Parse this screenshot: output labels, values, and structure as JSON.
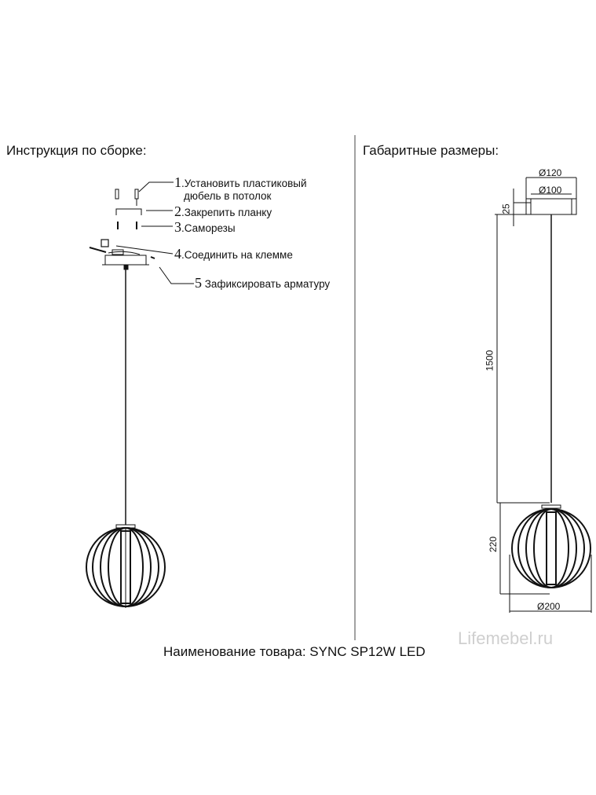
{
  "left_panel": {
    "title": "Инструкция по сборке:",
    "steps": [
      {
        "num": "1",
        "text": ".Установить пластиковый"
      },
      {
        "num": "",
        "text": "дюбель в потолок"
      },
      {
        "num": "2",
        "text": ".Закрепить планку"
      },
      {
        "num": "3",
        "text": ".Саморезы"
      },
      {
        "num": "4",
        "text": ".Соединить на клемме"
      },
      {
        "num": "5",
        "text": " Зафиксировать арматуру"
      }
    ]
  },
  "right_panel": {
    "title": "Габаритные размеры:",
    "dimensions": {
      "canopy_outer": "Ø120",
      "canopy_inner": "Ø100",
      "canopy_height": "25",
      "cable_length": "1500",
      "shade_height": "220",
      "shade_diameter": "Ø200"
    }
  },
  "footer": {
    "product_label": "Наименование товара: SYNC SP12W LED",
    "watermark": "Lifemebel.ru"
  }
}
